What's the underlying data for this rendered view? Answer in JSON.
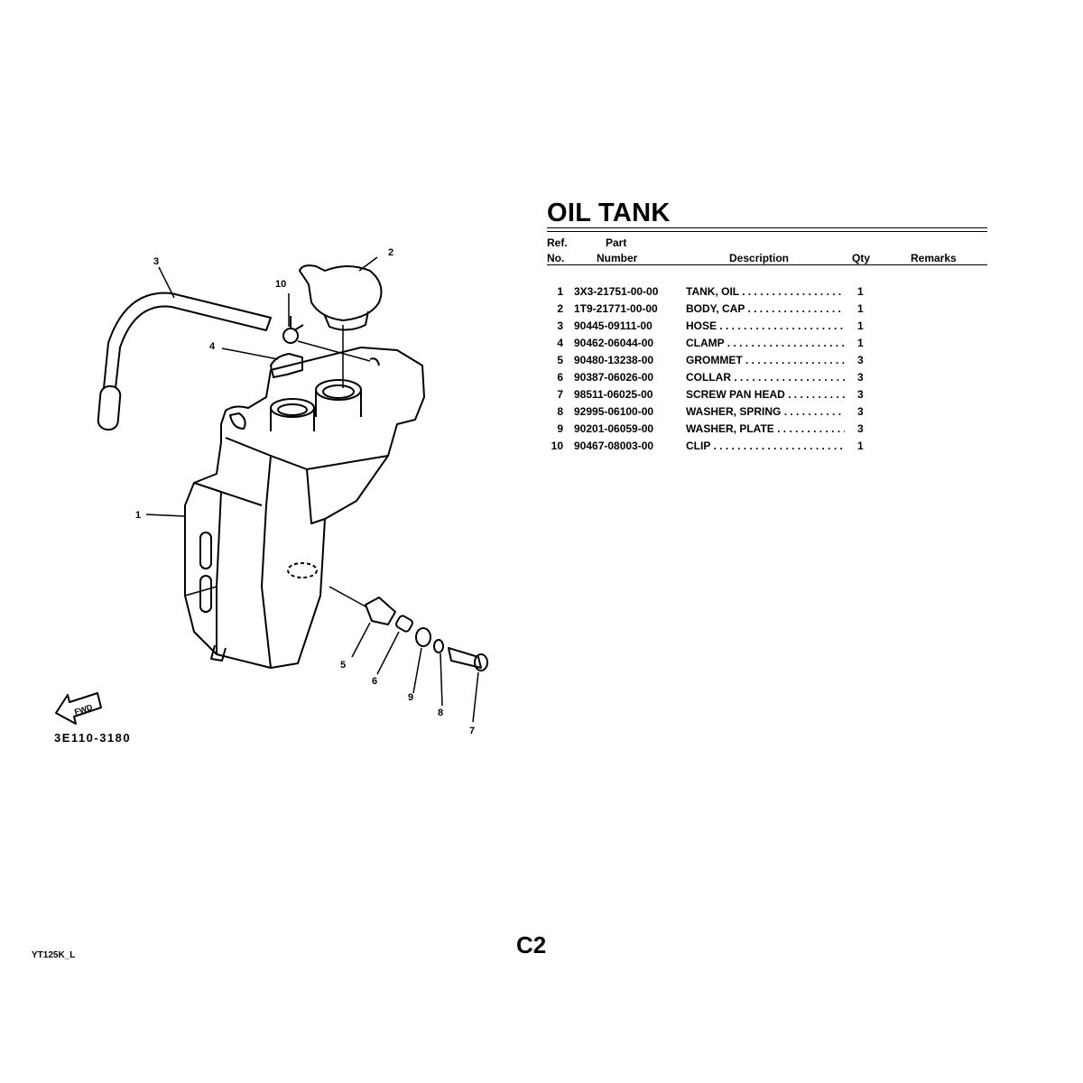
{
  "title": "OIL TANK",
  "table": {
    "headers": {
      "ref_line1": "Ref.",
      "ref_line2": "No.",
      "part_line1": "Part",
      "part_line2": "Number",
      "description": "Description",
      "qty": "Qty",
      "remarks": "Remarks"
    },
    "rows": [
      {
        "ref": "1",
        "part": "3X3-21751-00-00",
        "desc": "TANK, OIL",
        "qty": "1"
      },
      {
        "ref": "2",
        "part": "1T9-21771-00-00",
        "desc": "BODY, CAP",
        "qty": "1"
      },
      {
        "ref": "3",
        "part": "90445-09111-00",
        "desc": "HOSE",
        "qty": "1"
      },
      {
        "ref": "4",
        "part": "90462-06044-00",
        "desc": "CLAMP",
        "qty": "1"
      },
      {
        "ref": "5",
        "part": "90480-13238-00",
        "desc": "GROMMET",
        "qty": "3"
      },
      {
        "ref": "6",
        "part": "90387-06026-00",
        "desc": "COLLAR",
        "qty": "3"
      },
      {
        "ref": "7",
        "part": "98511-06025-00",
        "desc": "SCREW PAN HEAD",
        "qty": "3"
      },
      {
        "ref": "8",
        "part": "92995-06100-00",
        "desc": "WASHER, SPRING",
        "qty": "3"
      },
      {
        "ref": "9",
        "part": "90201-06059-00",
        "desc": "WASHER, PLATE",
        "qty": "3"
      },
      {
        "ref": "10",
        "part": "90467-08003-00",
        "desc": "CLIP",
        "qty": "1"
      }
    ]
  },
  "diagram": {
    "callouts": [
      "1",
      "2",
      "3",
      "4",
      "5",
      "6",
      "7",
      "8",
      "9",
      "10"
    ],
    "fwd_label": "FWD",
    "drawing_code": "3E110-3180"
  },
  "footer": {
    "page": "C2",
    "model": "YT125K_L"
  }
}
